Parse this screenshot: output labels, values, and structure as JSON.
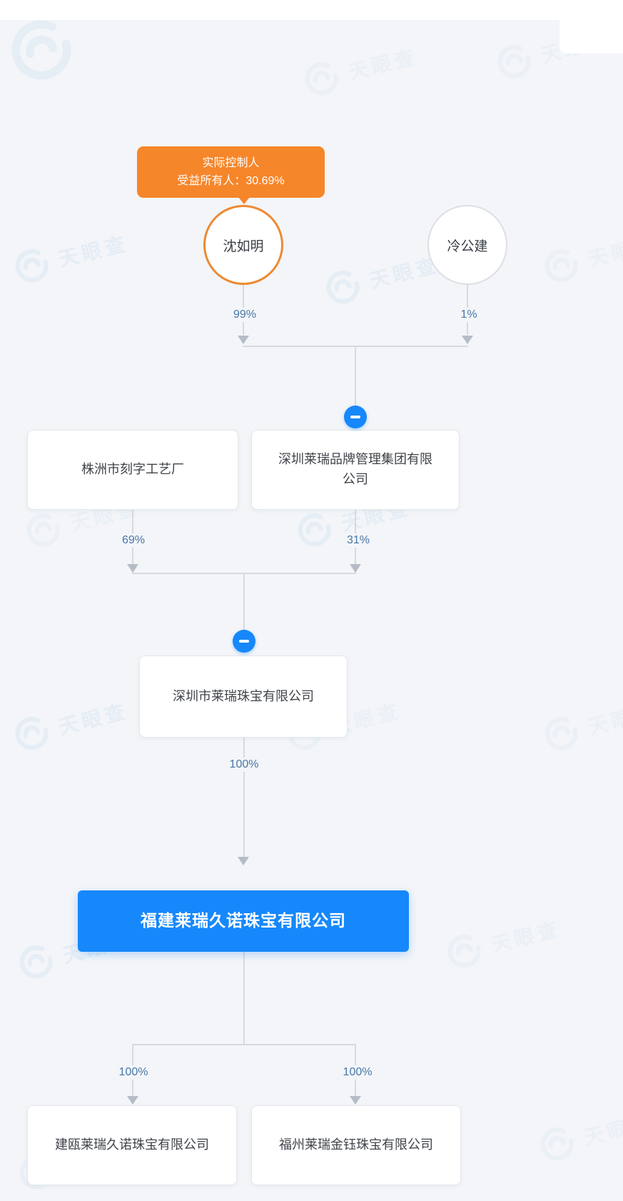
{
  "watermark": {
    "text": "天眼查"
  },
  "tooltip": {
    "line1": "实际控制人",
    "line2": "受益所有人：30.69%"
  },
  "persons": {
    "controller": {
      "name": "沈如明"
    },
    "partner": {
      "name": "冷公建"
    }
  },
  "companies": {
    "kezi": {
      "name": "株洲市刻字工艺厂"
    },
    "group": {
      "name": "深圳莱瑞品牌管理集团有限公司"
    },
    "shenzhen": {
      "name": "深圳市莱瑞珠宝有限公司"
    },
    "main": {
      "name": "福建莱瑞久诺珠宝有限公司"
    },
    "jianou": {
      "name": "建瓯莱瑞久诺珠宝有限公司"
    },
    "fuzhou": {
      "name": "福州莱瑞金钰珠宝有限公司"
    }
  },
  "edges": {
    "controller_to_group": "99%",
    "partner_to_group": "1%",
    "kezi_to_shenzhen": "69%",
    "group_to_shenzhen": "31%",
    "shenzhen_to_main": "100%",
    "main_to_jianou": "100%",
    "main_to_fuzhou": "100%"
  },
  "colors": {
    "accent_blue": "#1688fb",
    "accent_orange": "#f6862a",
    "page_bg": "#f3f5f8"
  }
}
